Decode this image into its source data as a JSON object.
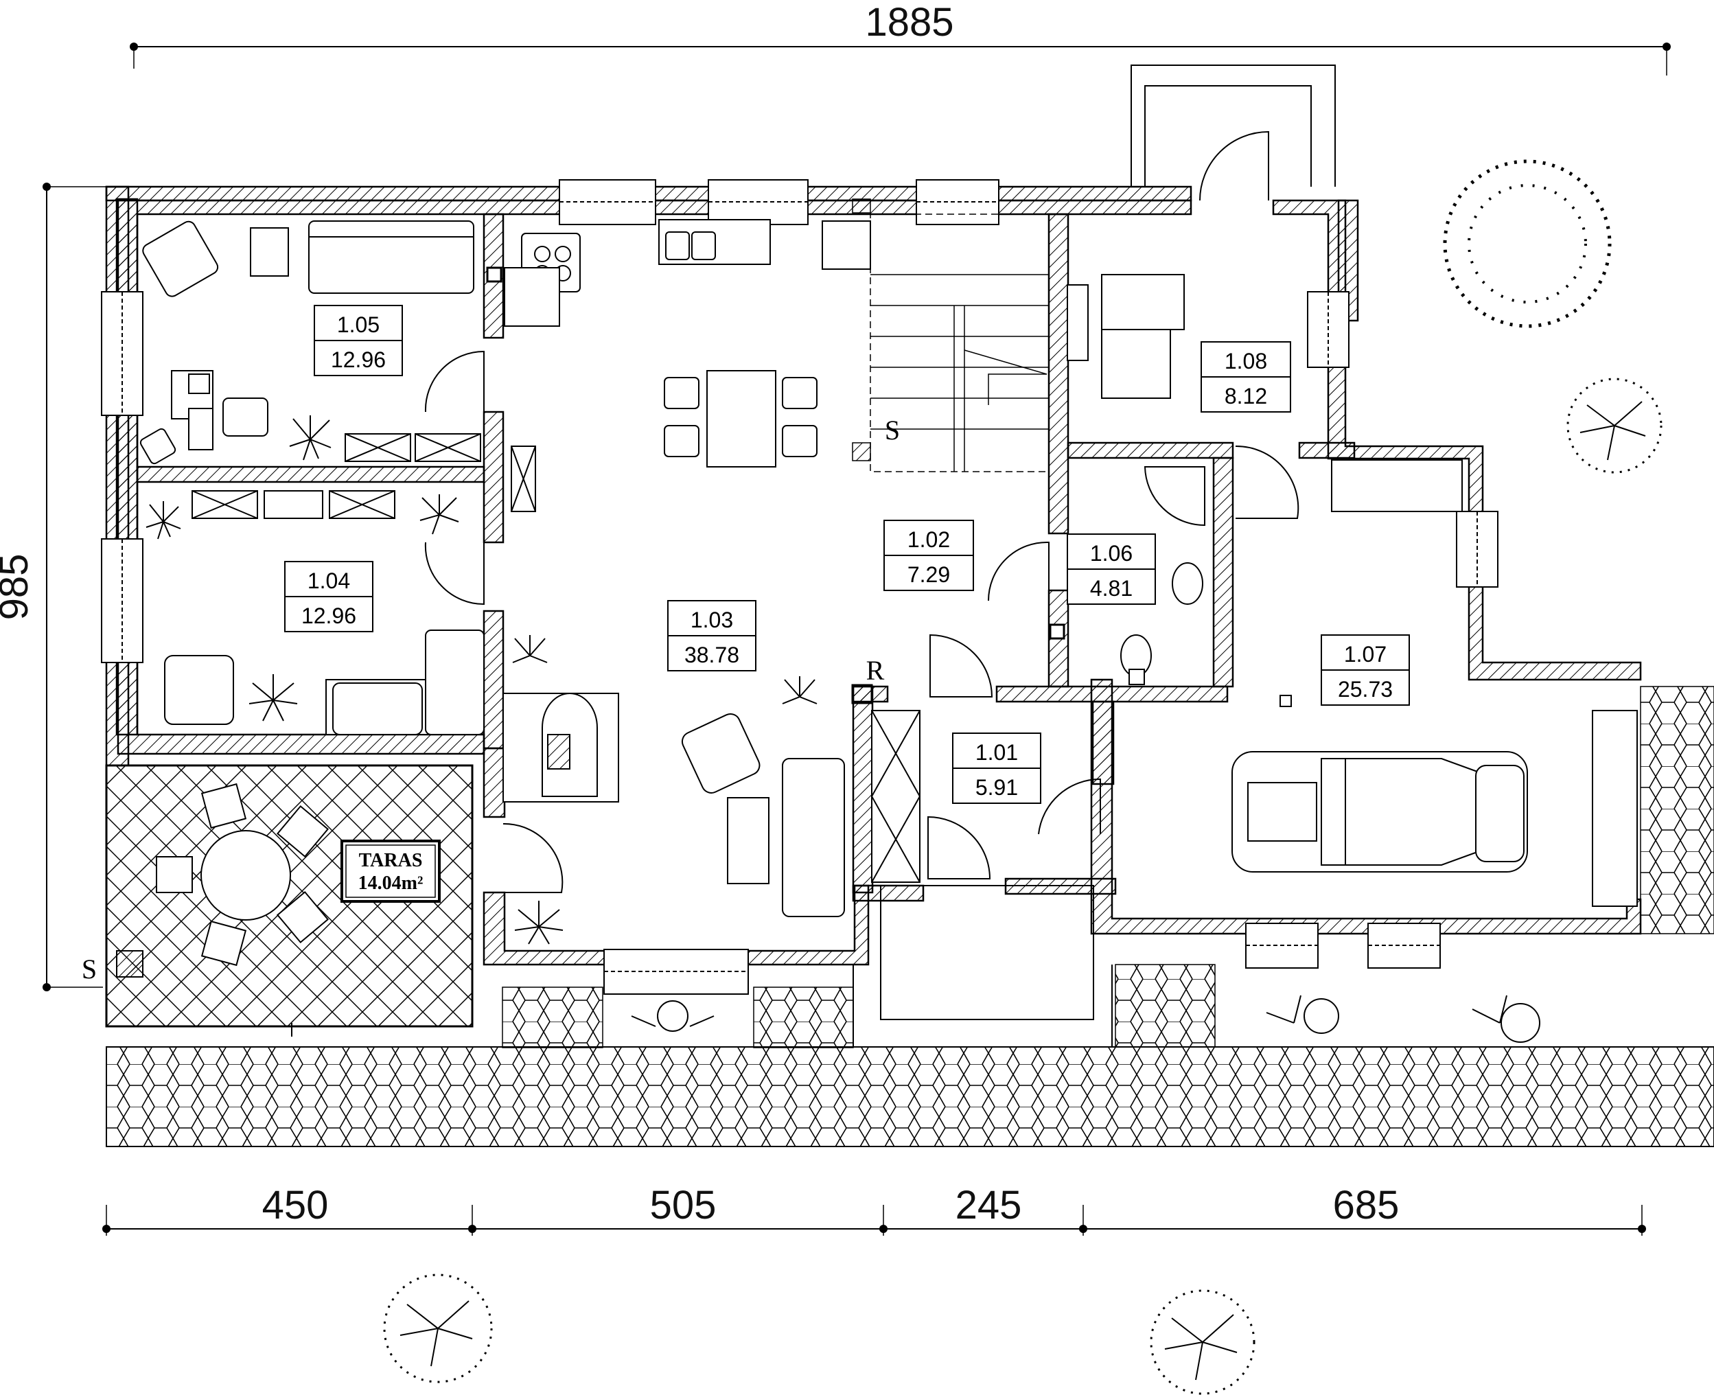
{
  "dimensions": {
    "top": "1885",
    "left": "985",
    "bottom": [
      "450",
      "505",
      "245",
      "685"
    ]
  },
  "rooms": [
    {
      "id": "1.01",
      "area": "5.91"
    },
    {
      "id": "1.02",
      "area": "7.29"
    },
    {
      "id": "1.03",
      "area": "38.78"
    },
    {
      "id": "1.04",
      "area": "12.96"
    },
    {
      "id": "1.05",
      "area": "12.96"
    },
    {
      "id": "1.06",
      "area": "4.81"
    },
    {
      "id": "1.07",
      "area": "25.73"
    },
    {
      "id": "1.08",
      "area": "8.12"
    }
  ],
  "terrace": {
    "label": "TARAS",
    "area": "14.04m²"
  },
  "symbols": {
    "stair_s": "S",
    "terrace_s": "S",
    "riser_r": "R"
  },
  "colors": {
    "line": "#000000",
    "background": "#ffffff"
  }
}
